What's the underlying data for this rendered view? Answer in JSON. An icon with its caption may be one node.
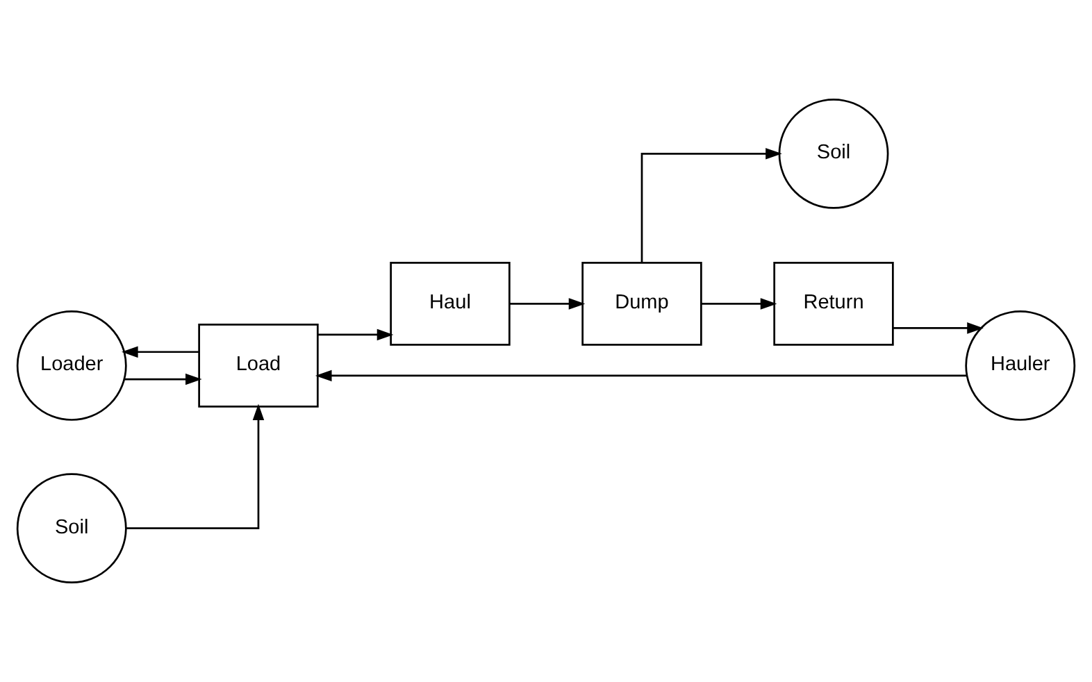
{
  "diagram": {
    "nodes": [
      {
        "text": [
          "Loader"
        ]
      },
      {
        "text": [
          "Soil"
        ]
      },
      {
        "text": [
          "Load"
        ]
      },
      {
        "text": [
          "Haul"
        ]
      },
      {
        "text": [
          "Dump"
        ]
      },
      {
        "text": [
          "Soil"
        ]
      },
      {
        "text": [
          "Return"
        ]
      },
      {
        "text": [
          "Hauler"
        ]
      }
    ],
    "edges": [
      {
        "from": 0,
        "to": 2,
        "arrow": "to"
      },
      {
        "from": 2,
        "to": 0,
        "arrow": "to"
      },
      {
        "from": 1,
        "to": 2,
        "arrow": "to"
      },
      {
        "from": 7,
        "to": 2,
        "arrow": "to"
      },
      {
        "from": 2,
        "to": 3,
        "arrow": "to"
      },
      {
        "from": 3,
        "to": 4,
        "arrow": "to"
      },
      {
        "from": 4,
        "to": 5,
        "arrow": "to"
      },
      {
        "from": 4,
        "to": 6,
        "arrow": "to"
      },
      {
        "from": 6,
        "to": 7,
        "arrow": "to"
      }
    ]
  }
}
